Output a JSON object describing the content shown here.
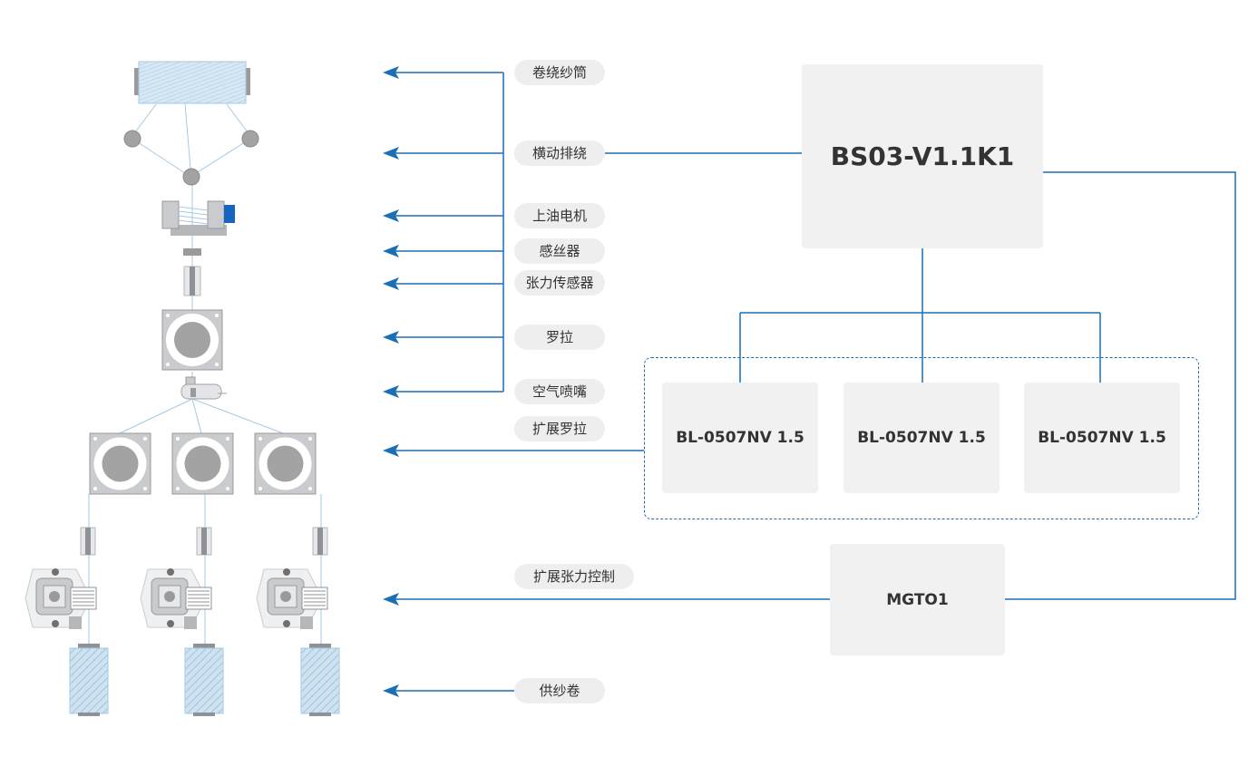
{
  "colors": {
    "line": "#1a6fb5",
    "pill_bg": "#eeeeee",
    "box_bg": "#f1f1f1",
    "machine_gray": "#c9cbcf",
    "machine_dark": "#9a9a9a",
    "motor_blue": "#1565c0",
    "bobbin_blue": "#b9d7ea"
  },
  "labels": {
    "winding_drum": "卷绕纱筒",
    "traverse": "横动排绕",
    "oiling_motor": "上油电机",
    "yarn_sensor": "感丝器",
    "tension_sensor": "张力传感器",
    "godet": "罗拉",
    "air_nozzle": "空气喷嘴",
    "ext_godet": "扩展罗拉",
    "ext_tension": "扩展张力控制",
    "supply_bobbin": "供纱卷"
  },
  "controllers": {
    "main": "BS03-V1.1K1",
    "drive_1": "BL-0507NV 1.5",
    "drive_2": "BL-0507NV 1.5",
    "drive_3": "BL-0507NV 1.5",
    "tension": "MGTO1"
  },
  "icons": {
    "arrow": "arrow-left-icon",
    "drum": "yarn-drum-icon",
    "pulley": "pulley-icon",
    "motor": "oiling-motor-icon",
    "sensor": "yarn-sensor-icon",
    "godet": "godet-roller-icon",
    "nozzle": "air-nozzle-icon",
    "tensioner": "tension-controller-icon",
    "bobbin": "supply-bobbin-icon"
  }
}
